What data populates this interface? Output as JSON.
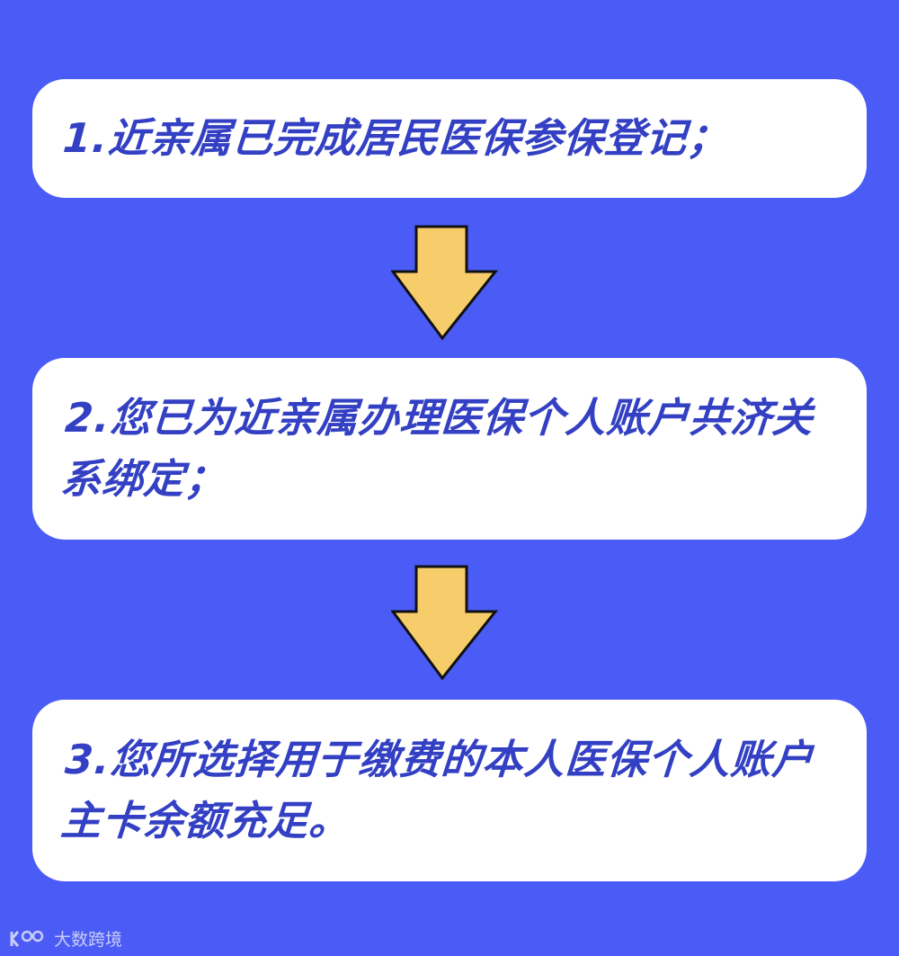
{
  "colors": {
    "background": "#4b5bf5",
    "card": "#ffffff",
    "text": "#3340c3",
    "arrow_fill": "#f7cd6b",
    "arrow_stroke": "#111111"
  },
  "steps": [
    {
      "text": "1.近亲属已完成居民医保参保登记；"
    },
    {
      "text": "2.您已为近亲属办理医保个人账户共济关系绑定；"
    },
    {
      "text": "3.您所选择用于缴费的本人医保个人账户主卡余额充足。"
    }
  ],
  "arrows": [
    {
      "icon": "down-arrow-icon"
    },
    {
      "icon": "down-arrow-icon"
    }
  ],
  "watermark": {
    "logo": "k100-logo-icon",
    "text": "大数跨境"
  }
}
